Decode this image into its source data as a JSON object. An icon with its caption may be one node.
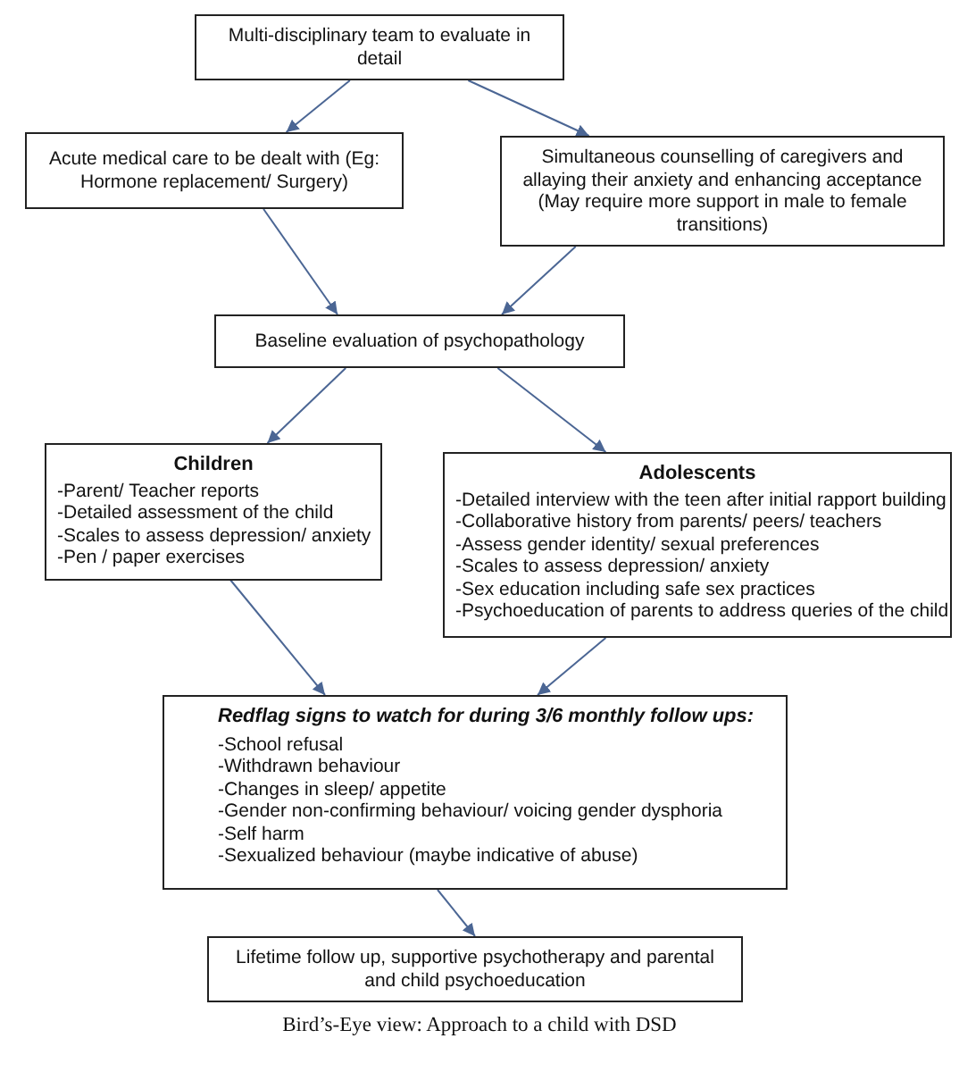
{
  "diagram": {
    "caption": "Bird’s-Eye view: Approach to a child with DSD",
    "nodes": [
      {
        "text": [
          "Multi-disciplinary team to evaluate in detail"
        ]
      },
      {
        "text": [
          "Acute medical care to be dealt with (Eg: Hormone replacement/ Surgery)"
        ]
      },
      {
        "text": [
          "Simultaneous counselling of caregivers and allaying their anxiety and enhancing acceptance (May require more support in male to female transitions)"
        ]
      },
      {
        "text": [
          "Baseline evaluation of psychopathology"
        ]
      },
      {
        "text": [
          "Children",
          "-Parent/ Teacher reports",
          "-Detailed assessment of the child",
          "-Scales to assess depression/ anxiety",
          "-Pen / paper exercises"
        ]
      },
      {
        "text": [
          "Adolescents",
          "-Detailed interview with the teen after initial rapport building",
          "-Collaborative history from parents/ peers/ teachers",
          "-Assess gender identity/ sexual preferences",
          "-Scales to assess depression/ anxiety",
          "-Sex education including safe sex practices",
          "-Psychoeducation of parents to address queries of the child"
        ]
      },
      {
        "text": [
          "Redflag signs to watch for during 3/6 monthly follow ups:",
          "-School refusal",
          "-Withdrawn behaviour",
          "-Changes in sleep/ appetite",
          "-Gender non-confirming behaviour/ voicing gender dysphoria",
          "-Self harm",
          "-Sexualized behaviour (maybe indicative of abuse)"
        ]
      },
      {
        "text": [
          "Lifetime follow up, supportive psychotherapy and parental and child psychoeducation"
        ]
      }
    ],
    "edges": [
      {
        "from": 0,
        "to": 1,
        "arrow": "to"
      },
      {
        "from": 0,
        "to": 2,
        "arrow": "to"
      },
      {
        "from": 1,
        "to": 3,
        "arrow": "to"
      },
      {
        "from": 2,
        "to": 3,
        "arrow": "to"
      },
      {
        "from": 3,
        "to": 4,
        "arrow": "to"
      },
      {
        "from": 3,
        "to": 5,
        "arrow": "to"
      },
      {
        "from": 4,
        "to": 6,
        "arrow": "to"
      },
      {
        "from": 5,
        "to": 6,
        "arrow": "to"
      },
      {
        "from": 6,
        "to": 7,
        "arrow": "to"
      }
    ]
  }
}
